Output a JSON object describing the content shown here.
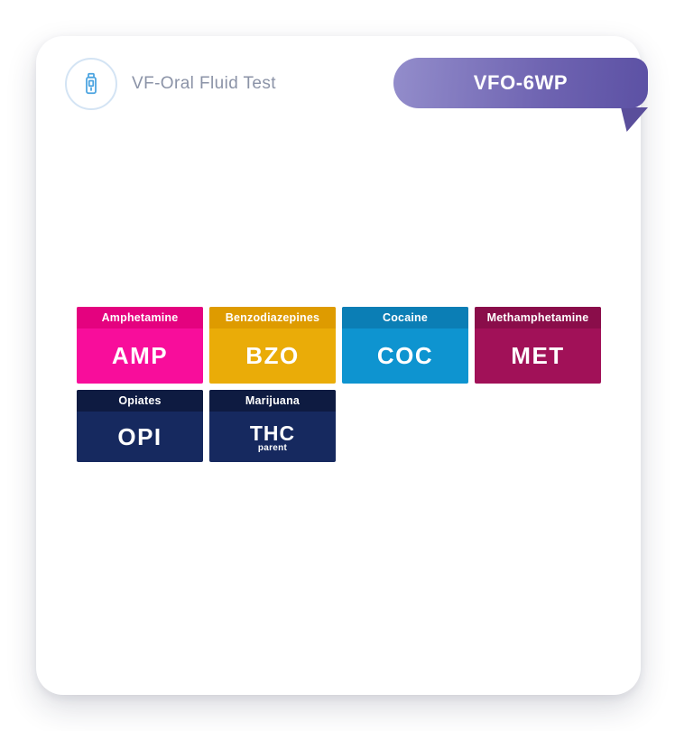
{
  "header": {
    "icon": "oral-fluid-collection-device-icon",
    "product_name": "VF-Oral Fluid Test",
    "model_badge": "VFO-6WP",
    "badge_background": "linear-gradient(95deg, #938dcb 0%, #6e63b1 60%, #5c51a4 100%)",
    "badge_fold_color": "#5a4e9b"
  },
  "panels": [
    {
      "name": "Amphetamine",
      "code": "AMP",
      "header_color": "#e4027f",
      "body_color": "#f80d9b"
    },
    {
      "name": "Benzodiazepines",
      "code": "BZO",
      "header_color": "#de9b00",
      "body_color": "#eaac08"
    },
    {
      "name": "Cocaine",
      "code": "COC",
      "header_color": "#0b7eb5",
      "body_color": "#0e94d0"
    },
    {
      "name": "Methamphetamine",
      "code": "MET",
      "header_color": "#8a0d4a",
      "body_color": "#a11158"
    },
    {
      "name": "Opiates",
      "code": "OPI",
      "header_color": "#0e1b41",
      "body_color": "#16295f"
    },
    {
      "name": "Marijuana",
      "code": "THC",
      "code_sub": "parent",
      "header_color": "#0e1b41",
      "body_color": "#16295f"
    }
  ]
}
